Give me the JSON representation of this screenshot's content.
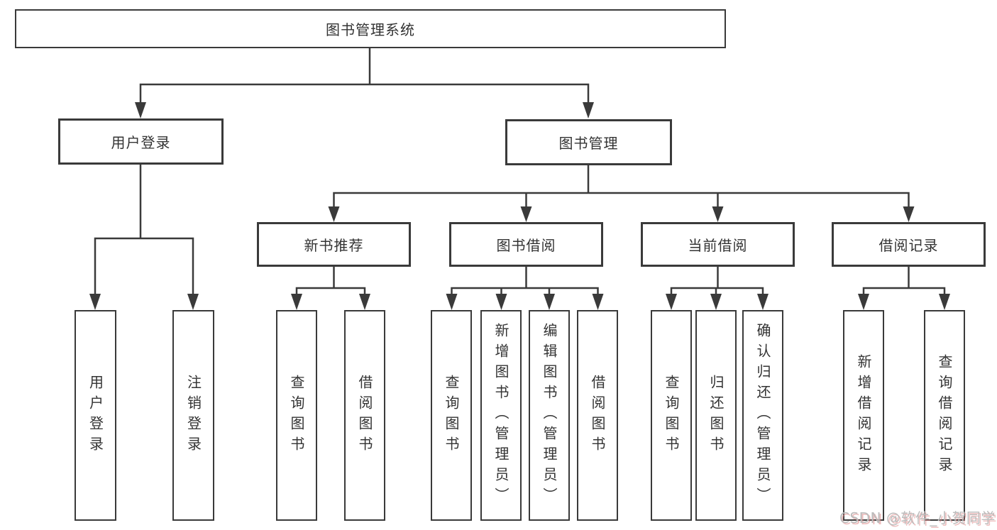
{
  "diagram": {
    "root": {
      "label": "图书管理系统"
    },
    "branches": [
      {
        "label": "用户登录",
        "leaves": [
          {
            "label": "用户登录"
          },
          {
            "label": "注销登录"
          }
        ]
      },
      {
        "label": "图书管理",
        "groups": [
          {
            "label": "新书推荐",
            "leaves": [
              {
                "label": "查询图书"
              },
              {
                "label": "借阅图书"
              }
            ]
          },
          {
            "label": "图书借阅",
            "leaves": [
              {
                "label": "查询图书"
              },
              {
                "label": "新增图书（管理员）"
              },
              {
                "label": "编辑图书（管理员）"
              },
              {
                "label": "借阅图书"
              }
            ]
          },
          {
            "label": "当前借阅",
            "leaves": [
              {
                "label": "查询图书"
              },
              {
                "label": "归还图书"
              },
              {
                "label": "确认归还（管理员）"
              }
            ]
          },
          {
            "label": "借阅记录",
            "leaves": [
              {
                "label": "新增借阅记录"
              },
              {
                "label": "查询借阅记录"
              }
            ]
          }
        ]
      }
    ]
  },
  "watermark": {
    "text": "CSDN @软件_小贺同学"
  },
  "colors": {
    "line": "#3a3a3a",
    "text": "#333333",
    "box_background": "#ffffff",
    "watermark_gray": "#bcbcbc",
    "watermark_red_shadow": "#e08888"
  }
}
